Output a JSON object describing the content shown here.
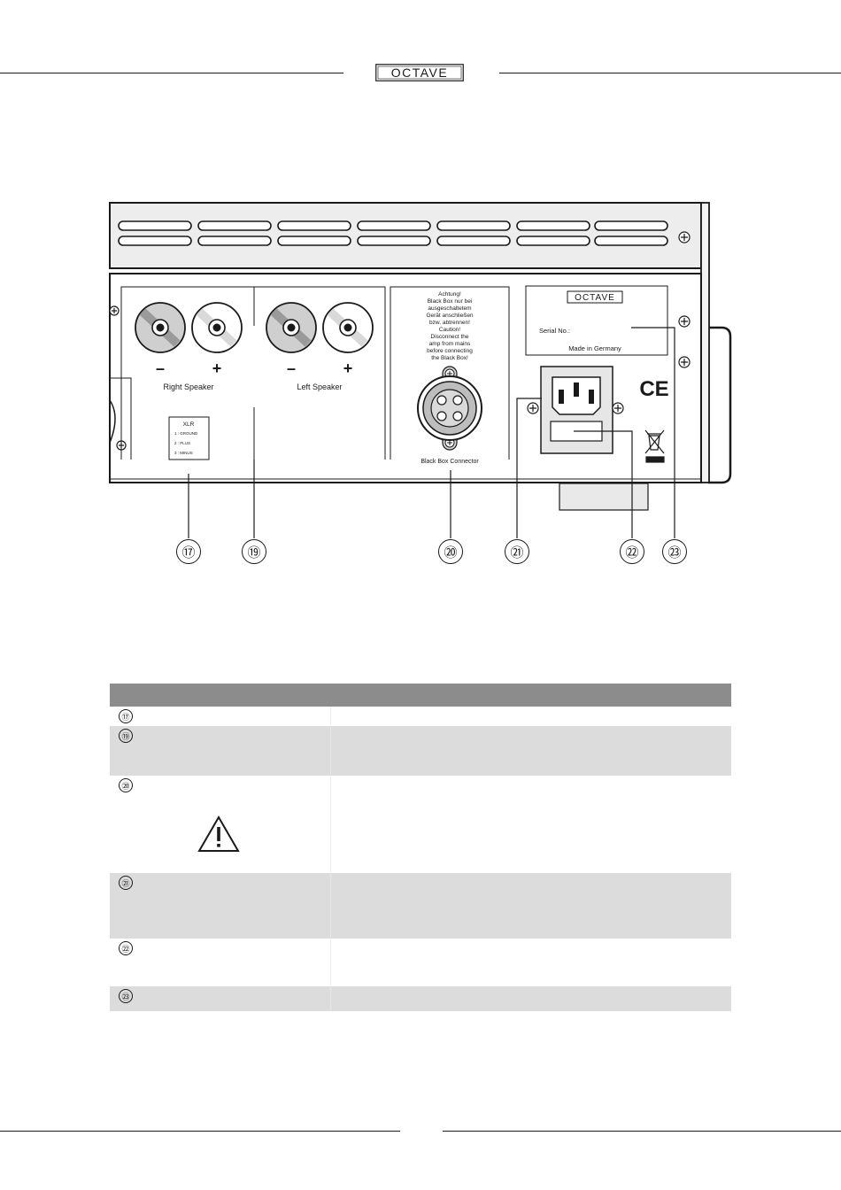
{
  "header": {
    "brand": "OCTAVE"
  },
  "panel": {
    "labels": {
      "minus": "–",
      "plus": "+",
      "right_speaker": "Right Speaker",
      "left_speaker": "Left Speaker",
      "xlr_title": "XLR",
      "xlr_pin1": "1 : GROUND",
      "xlr_pin2": "2 : PLUS",
      "xlr_pin3": "3 : MINUS",
      "warning_lines": [
        "Achtung!",
        "Black Box nur bei",
        "ausgeschaltetem",
        "Gerät anschließen",
        "bzw. abtrennen!",
        "Caution!",
        "Disconnect the",
        "amp from mains",
        "before connecting",
        "the Black Box!"
      ],
      "black_box_connector": "Black Box Connector",
      "nameplate_brand": "OCTAVE",
      "serial_no": "Serial No.:",
      "made_in": "Made in Germany",
      "ce_mark": "CE"
    }
  },
  "callouts": [
    "⑰",
    "⑲",
    "⑳",
    "㉑",
    "㉒",
    "㉓"
  ],
  "table": {
    "rows": [
      {
        "num": "⑰",
        "shaded": false
      },
      {
        "num": "⑲",
        "shaded": true
      },
      {
        "num": "⑳",
        "shaded": false
      },
      {
        "num": "㉑",
        "shaded": true
      },
      {
        "num": "㉒",
        "shaded": false
      },
      {
        "num": "㉓",
        "shaded": true
      }
    ]
  }
}
